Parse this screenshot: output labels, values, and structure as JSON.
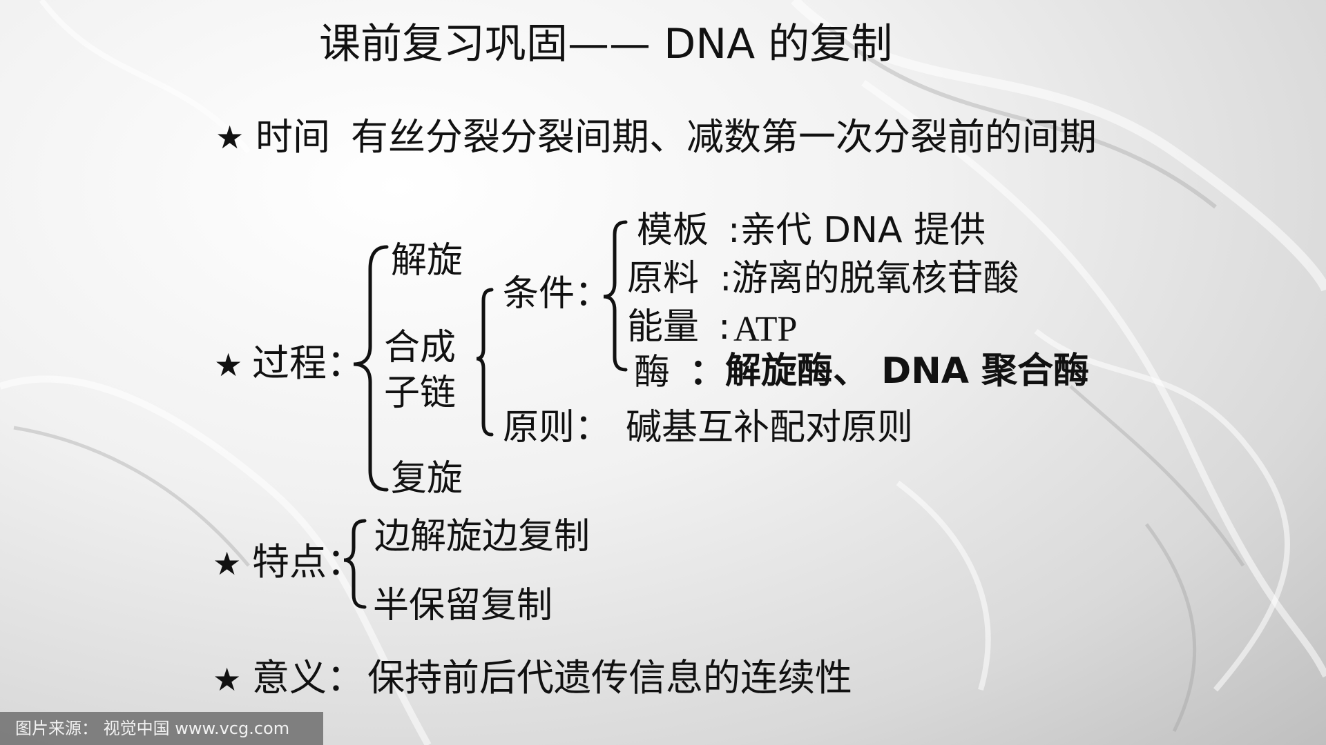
{
  "title": "课前复习巩固—— DNA 的复制",
  "star": "★",
  "time": {
    "label": "时间",
    "text": "有丝分裂分裂间期、减数第一次分裂前的间期"
  },
  "process": {
    "label": "过程：",
    "steps": {
      "unwind": "解旋",
      "synth_line1": "合成",
      "synth_line2": "子链",
      "rewind": "复旋"
    },
    "conditions": {
      "label": "条件：",
      "template_label": "模板",
      "template_value": ":亲代 DNA 提供",
      "material_label": "原料",
      "material_value": ":游离的脱氧核苷酸",
      "energy_label": "能量",
      "energy_colon": ":",
      "energy_value": "ATP",
      "enzyme_label": "酶",
      "enzyme_colon": "：",
      "enzyme_value": "解旋酶、 DNA 聚合酶"
    },
    "principle": {
      "label": "原则：",
      "value": "碱基互补配对原则"
    }
  },
  "features": {
    "label": "特点：",
    "item1": "边解旋边复制",
    "item2": "半保留复制"
  },
  "significance": {
    "label": "意义：",
    "value": "保持前后代遗传信息的连续性"
  },
  "watermark": "图片来源： 视觉中国 www.vcg.com"
}
